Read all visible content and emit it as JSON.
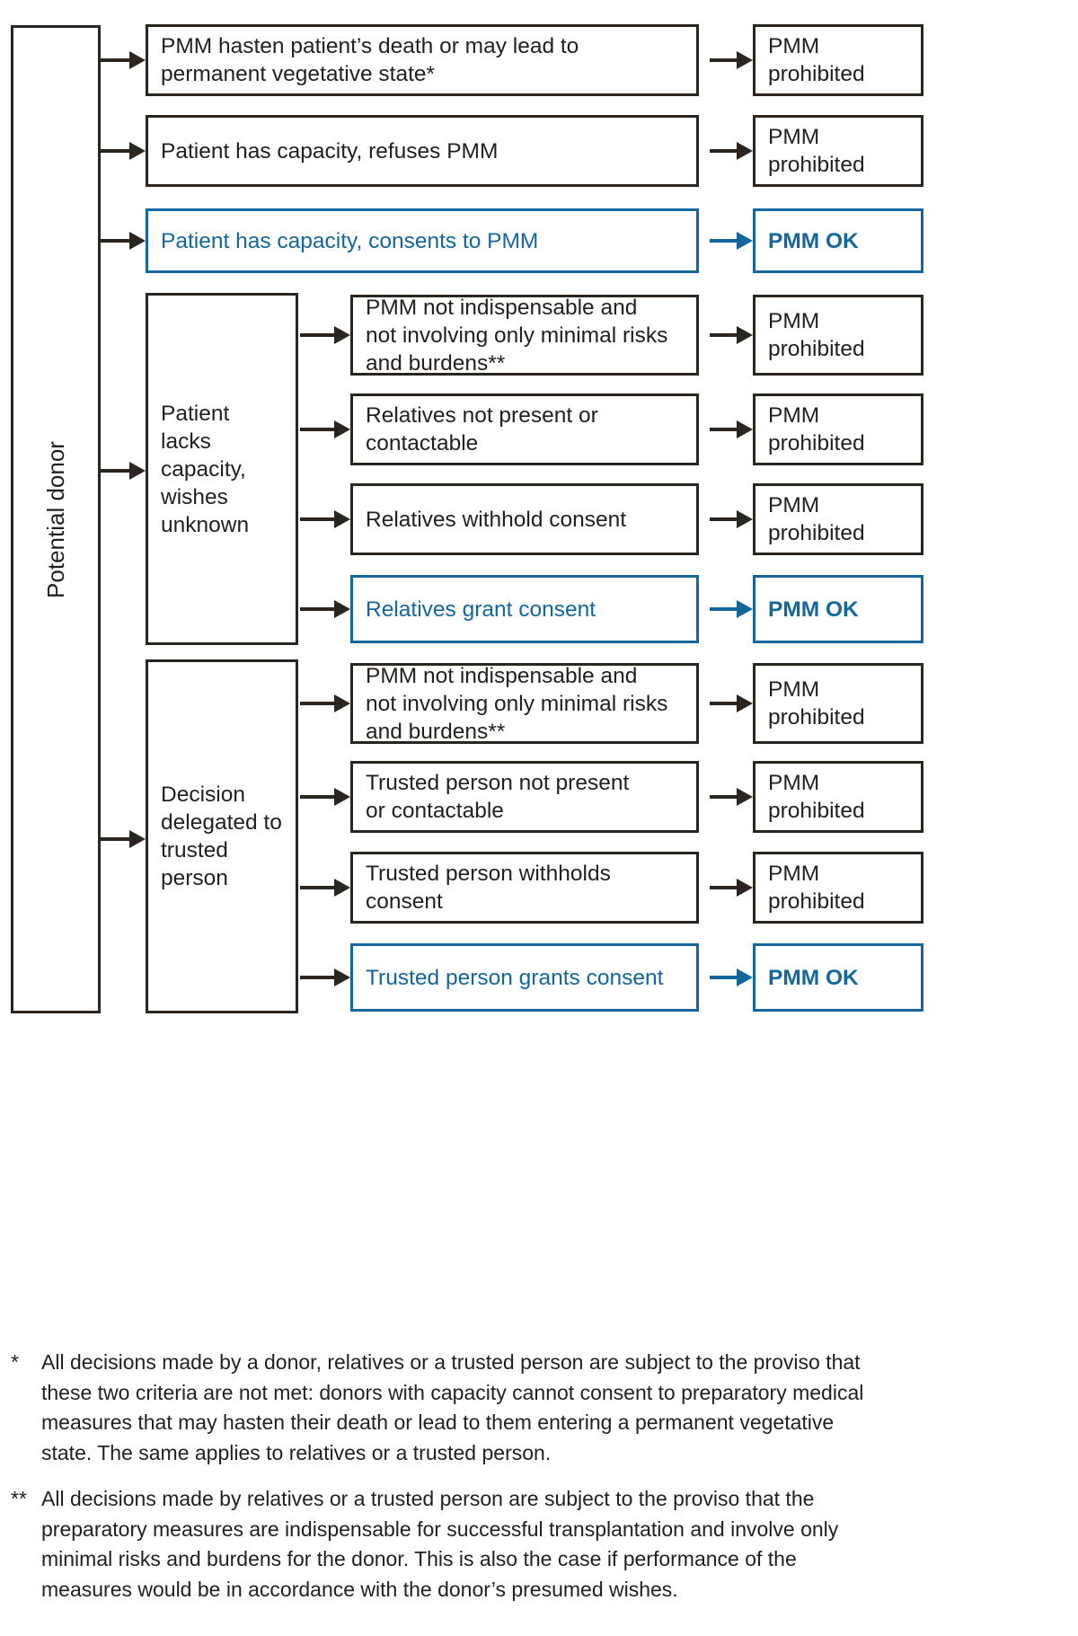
{
  "diagram": {
    "title": "Preparatory medical measures (PMM) decision flowchart",
    "colors": {
      "outline": "#2b241f",
      "accent_blue": "#14679c",
      "text": "#231f1c",
      "background": "#ffffff"
    },
    "root": {
      "label": "Potential donor",
      "orientation": "vertical"
    },
    "groups": [
      {
        "id": "patient-lacks-capacity",
        "label": "Patient\nlacks capacity,\nwishes\nunknown"
      },
      {
        "id": "decision-delegated",
        "label": "Decision\ndelegated to\ntrusted person"
      }
    ],
    "conditions": [
      {
        "id": "c1",
        "label": "PMM hasten patient’s death or may lead to\npermanent vegetative state*",
        "highlight": false
      },
      {
        "id": "c2",
        "label": "Patient has capacity, refuses PMM",
        "highlight": false
      },
      {
        "id": "c3",
        "label": "Patient has capacity, consents to PMM",
        "highlight": true
      },
      {
        "id": "c4",
        "label": "PMM not indispensable and\nnot involving only minimal risks\nand burdens**",
        "highlight": false
      },
      {
        "id": "c5",
        "label": "Relatives not present or contactable",
        "highlight": false
      },
      {
        "id": "c6",
        "label": "Relatives withhold consent",
        "highlight": false
      },
      {
        "id": "c7",
        "label": "Relatives grant consent",
        "highlight": true
      },
      {
        "id": "c8",
        "label": "PMM not indispensable and\nnot involving only minimal risks\nand burdens**",
        "highlight": false
      },
      {
        "id": "c9",
        "label": "Trusted person not present\nor contactable",
        "highlight": false
      },
      {
        "id": "c10",
        "label": "Trusted person withholds consent",
        "highlight": false
      },
      {
        "id": "c11",
        "label": "Trusted person grants consent",
        "highlight": true
      }
    ],
    "outcomes": [
      {
        "id": "o1",
        "label": "PMM\nprohibited",
        "highlight": false
      },
      {
        "id": "o2",
        "label": "PMM\nprohibited",
        "highlight": false
      },
      {
        "id": "o3",
        "label": "PMM OK",
        "highlight": true
      },
      {
        "id": "o4",
        "label": "PMM\nprohibited",
        "highlight": false
      },
      {
        "id": "o5",
        "label": "PMM\nprohibited",
        "highlight": false
      },
      {
        "id": "o6",
        "label": "PMM\nprohibited",
        "highlight": false
      },
      {
        "id": "o7",
        "label": "PMM OK",
        "highlight": true
      },
      {
        "id": "o8",
        "label": "PMM\nprohibited",
        "highlight": false
      },
      {
        "id": "o9",
        "label": "PMM\nprohibited",
        "highlight": false
      },
      {
        "id": "o10",
        "label": "PMM\nprohibited",
        "highlight": false
      },
      {
        "id": "o11",
        "label": "PMM OK",
        "highlight": true
      }
    ]
  },
  "footnotes": [
    {
      "mark": "*",
      "text": "All decisions made by a donor, relatives or a trusted person are subject to the proviso that these two criteria are not met: donors with capacity cannot consent to preparatory medical measures that may hasten their death or lead to them entering a permanent vegetative state. The same applies to relatives or a trusted person."
    },
    {
      "mark": "**",
      "text": "All decisions made by relatives or a trusted person are subject to the proviso that the preparatory measures are indispensable for successful transplantation and involve only minimal risks and burdens for the donor. This is also the case if performance of the measures would be in accordance with the donor’s presumed wishes."
    }
  ]
}
